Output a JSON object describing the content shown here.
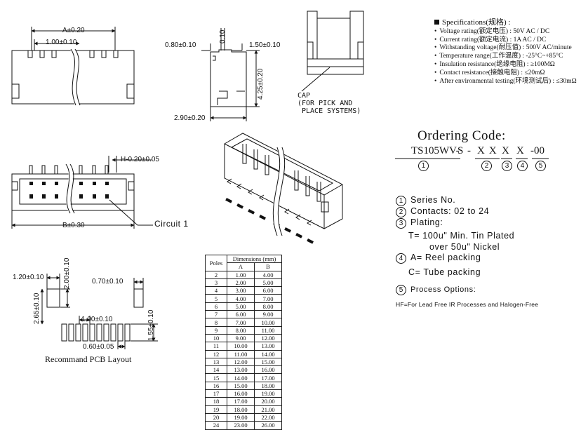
{
  "top_view": {
    "dim_a": "A±0.20",
    "dim_pitch": "1.00±0.10"
  },
  "side_view": {
    "dim_top_left": "0.80±0.10",
    "dim_top_small": "0.10",
    "dim_top_right": "1.50±0.10",
    "dim_height": "4.25±0.20",
    "dim_width": "2.90±0.20"
  },
  "cap_note": {
    "line1": "CAP",
    "line2": "(FOR PICK AND",
    "line3": "PLACE SYSTEMS)"
  },
  "front_view": {
    "dim_h": "H-0.20±0.05",
    "dim_b": "B±0.30",
    "circuit_label": "Circuit 1"
  },
  "pcb_layout": {
    "dim_pad_w": "1.20±0.10",
    "dim_pad_h": "2.00±0.10",
    "dim_spacing": "2.65±0.10",
    "dim_pitch": "1.00±0.10",
    "dim_side_w": "0.70±0.10",
    "dim_side_h": "1.55±0.10",
    "dim_lead_w": "0.60±0.05",
    "caption": "Recommand PCB Layout"
  },
  "specifications": {
    "title": "Specifications(规格) :",
    "items": [
      "Voltage rating(额定电压) : 50V AC / DC",
      "Current rating(额定电流) : 1A  AC / DC",
      "Withstanding voltage(耐压值) : 500V AC/minute",
      "Temperature range(工作温度) : -25°C~+85°C",
      "Insulation resistance(绝缘电阻) : ≥100MΩ",
      "Contact resistance(接触电阻) : ≤20mΩ",
      "After environmental testing(环境测试后) : ≤30mΩ"
    ]
  },
  "ordering": {
    "title": "Ordering Code:",
    "code_series": "TS105WV-",
    "code_s": "S",
    "code_dash1": "-",
    "code_xx": "XX",
    "code_x1": "X",
    "code_x2": "X",
    "code_suffix": "-00",
    "marker_1": "1",
    "marker_2": "2",
    "marker_3": "3",
    "marker_4": "4",
    "marker_5": "5"
  },
  "legend": {
    "series_num": "1",
    "series": "Series No.",
    "contacts_num": "2",
    "contacts": "Contacts: 02 to 24",
    "plating_num": "3",
    "plating": "Plating:",
    "plating_t1": "T= 100u\" Min. Tin Plated",
    "plating_t2": "over 50u\" Nickel",
    "packing_num": "4",
    "packing_a": "A= Reel packing",
    "packing_c": "C= Tube packing",
    "process_num": "5",
    "process": "Process Options:",
    "process_hf": "HF=For Lead Free IR Processes and Halogen-Free"
  },
  "dim_table": {
    "col_poles": "Poles",
    "col_dimensions": "Dimensions (mm)",
    "col_a": "A",
    "col_b": "B",
    "rows": [
      [
        "2",
        "1.00",
        "4.00"
      ],
      [
        "3",
        "2.00",
        "5.00"
      ],
      [
        "4",
        "3.00",
        "6.00"
      ],
      [
        "5",
        "4.00",
        "7.00"
      ],
      [
        "6",
        "5.00",
        "8.00"
      ],
      [
        "7",
        "6.00",
        "9.00"
      ],
      [
        "8",
        "7.00",
        "10.00"
      ],
      [
        "9",
        "8.00",
        "11.00"
      ],
      [
        "10",
        "9.00",
        "12.00"
      ],
      [
        "11",
        "10.00",
        "13.00"
      ],
      [
        "12",
        "11.00",
        "14.00"
      ],
      [
        "13",
        "12.00",
        "15.00"
      ],
      [
        "14",
        "13.00",
        "16.00"
      ],
      [
        "15",
        "14.00",
        "17.00"
      ],
      [
        "16",
        "15.00",
        "18.00"
      ],
      [
        "17",
        "16.00",
        "19.00"
      ],
      [
        "18",
        "17.00",
        "20.00"
      ],
      [
        "19",
        "18.00",
        "21.00"
      ],
      [
        "20",
        "19.00",
        "22.00"
      ],
      [
        "24",
        "23.00",
        "26.00"
      ]
    ]
  }
}
